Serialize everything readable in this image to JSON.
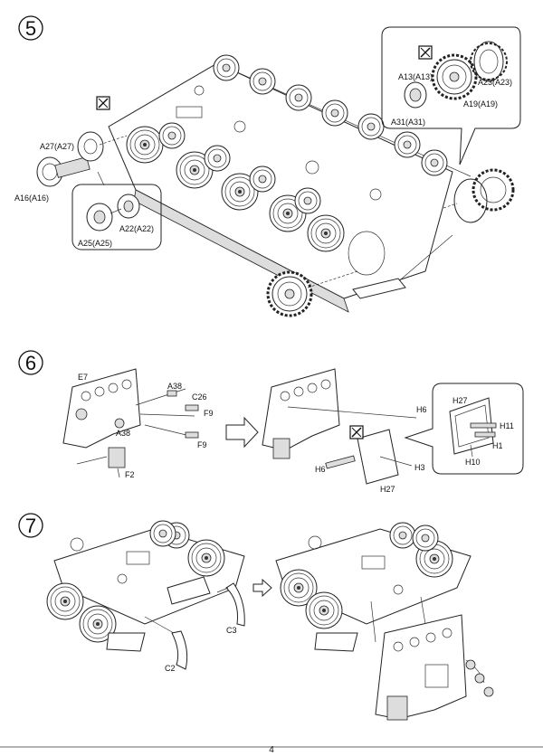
{
  "page_number": "4",
  "steps": [
    {
      "number": "5",
      "labels": {
        "a27": "A27(A27)",
        "a16": "A16(A16)",
        "a25": "A25(A25)",
        "a22": "A22(A22)",
        "a13": "A13(A13)",
        "a31": "A31(A31)",
        "a19": "A19(A19)",
        "a23": "A23(A23)"
      }
    },
    {
      "number": "6",
      "labels": {
        "e7": "E7",
        "a38a": "A38",
        "a38b": "A38",
        "c26": "C26",
        "f9a": "F9",
        "f9b": "F9",
        "f2": "F2",
        "h6a": "H6",
        "h6b": "H6",
        "h27a": "H27",
        "h27b": "H27",
        "h3": "H3",
        "h11": "H11",
        "h1": "H1",
        "h10": "H10"
      }
    },
    {
      "number": "7",
      "labels": {
        "c2": "C2",
        "c3": "C3"
      }
    }
  ],
  "icons": [
    "no-glue-icon"
  ]
}
